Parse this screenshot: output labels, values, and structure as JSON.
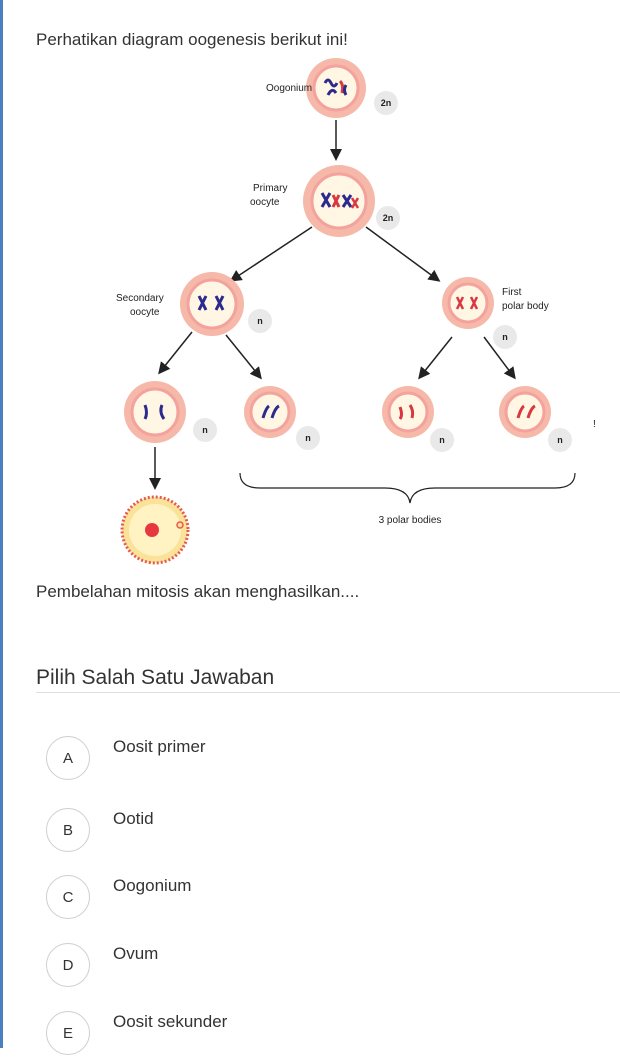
{
  "question": {
    "text": "Perhatikan diagram oogenesis berikut ini!"
  },
  "diagram": {
    "labels": {
      "oogonium": "Oogonium",
      "primary_1": "Primary",
      "primary_2": "oocyte",
      "secondary_1": "Secondary",
      "secondary_2": "oocyte",
      "first_1": "First",
      "first_2": "polar body",
      "polar_bodies": "3 polar bodies"
    },
    "ploidy": {
      "diploid": "2n",
      "haploid": "n"
    },
    "stray_mark": "!"
  },
  "prompt": "Pembelahan mitosis akan menghasilkan....",
  "answers": {
    "title": "Pilih Salah Satu Jawaban",
    "options": [
      {
        "letter": "A",
        "text": "Oosit primer"
      },
      {
        "letter": "B",
        "text": "Ootid"
      },
      {
        "letter": "C",
        "text": "Oogonium"
      },
      {
        "letter": "D",
        "text": "Ovum"
      },
      {
        "letter": "E",
        "text": "Oosit sekunder"
      }
    ]
  },
  "colors": {
    "cell_fill": "#fbe6c2",
    "cell_ring": "#f4a29d",
    "chromosome_blue": "#2d2a8e",
    "chromosome_red": "#d8383f",
    "ovum_border": "#e65a4e",
    "ovum_nucleus": "#e8383f",
    "badge_fill": "#e9e9e9",
    "accent_rule": "#4a7fc1"
  }
}
